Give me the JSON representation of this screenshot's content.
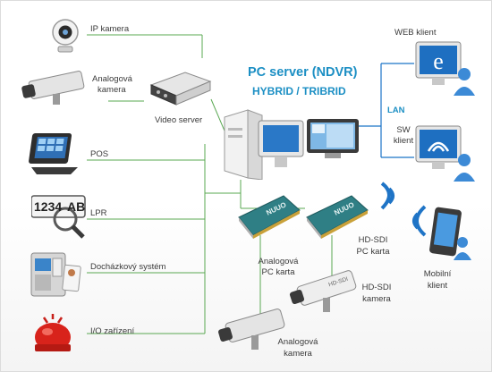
{
  "title": {
    "line1": "PC server (NDVR)",
    "line2": "HYBRID / TRIBRID"
  },
  "lan_label": "LAN",
  "devices": {
    "ip_camera": "IP kamera",
    "analog_camera_top": [
      "Analogová",
      "kamera"
    ],
    "video_server": "Video server",
    "pos": "POS",
    "lpr": "LPR",
    "lpr_plate": [
      "1234",
      "AB"
    ],
    "attendance": "Docházkový systém",
    "io": "I/O zařízení",
    "web_client": "WEB klient",
    "sw_client": [
      "SW",
      "klient"
    ],
    "mobile_client": [
      "Mobilní",
      "klient"
    ],
    "analog_card": [
      "Analogová",
      "PC karta"
    ],
    "hdsdi_card": [
      "HD-SDI",
      "PC karta"
    ],
    "hdsdi_camera": [
      "HD-SDI",
      "kamera"
    ],
    "analog_camera_bottom": [
      "Analogová",
      "kamera"
    ],
    "card_brand": "NUUO",
    "hdsdi_tag": "HD-SDI"
  },
  "colors": {
    "connector": "#5aa852",
    "accent": "#1c8fc4",
    "client_connector": "#1a73c8",
    "wifi": "#1f74c6"
  }
}
